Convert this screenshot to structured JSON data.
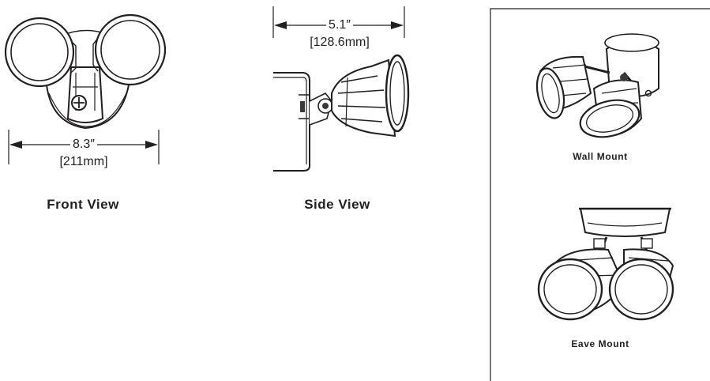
{
  "front_view": {
    "label": "Front View",
    "width_in": "8.3″",
    "width_mm": "[211mm]"
  },
  "side_view": {
    "label": "Side View",
    "depth_in": "5.1″",
    "depth_mm": "[128.6mm]"
  },
  "mount_panel": {
    "wall_label": "Wall Mount",
    "eave_label": "Eave Mount"
  },
  "colors": {
    "line": "#231f20",
    "background": "#ffffff",
    "dark_fill": "#3a3a3a"
  }
}
